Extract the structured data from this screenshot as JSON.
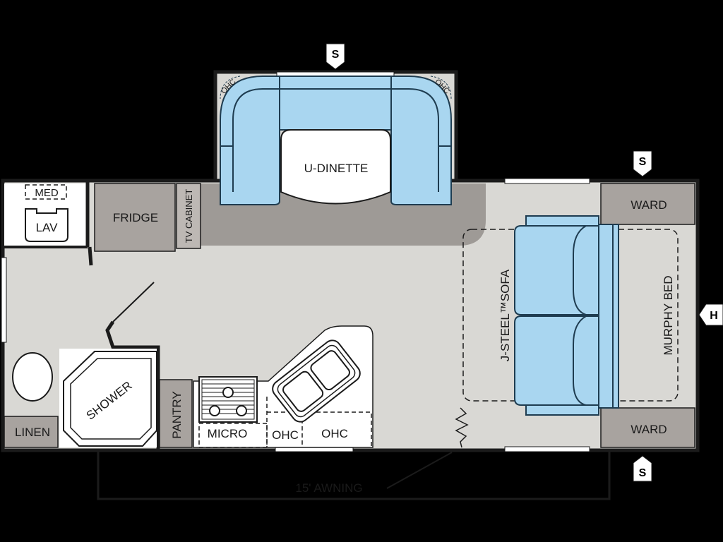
{
  "colors": {
    "background": "#000000",
    "floor": "#d9d8d4",
    "wall": "#1b1b1b",
    "cabinet": "#a8a39f",
    "cabinet_light": "#bdb8b4",
    "slide_floor": "#9e9a96",
    "cushion": "#a9d6f0",
    "cushion_stroke": "#1e3c50",
    "fixture": "#ffffff"
  },
  "rooms": {
    "med": "MED",
    "lav": "LAV",
    "fridge": "FRIDGE",
    "tv_cabinet": "TV CABINET",
    "u_dinette": "U-DINETTE",
    "ohc_dinette_left": "OHC",
    "ohc_dinette_right": "OHC",
    "ward_top": "WARD",
    "ward_bottom": "WARD",
    "sofa": "J-STEEL™SOFA",
    "murphy_bed": "MURPHY BED",
    "shower": "SHOWER",
    "linen": "LINEN",
    "pantry": "PANTRY",
    "micro": "MICRO",
    "ohc_kitchen_left": "OHC",
    "ohc_kitchen_right": "OHC",
    "awning": "15' AWNING"
  },
  "markers": {
    "speaker_top": "S",
    "speaker_right_top": "S",
    "speaker_right_bottom": "S",
    "heater": "H"
  }
}
